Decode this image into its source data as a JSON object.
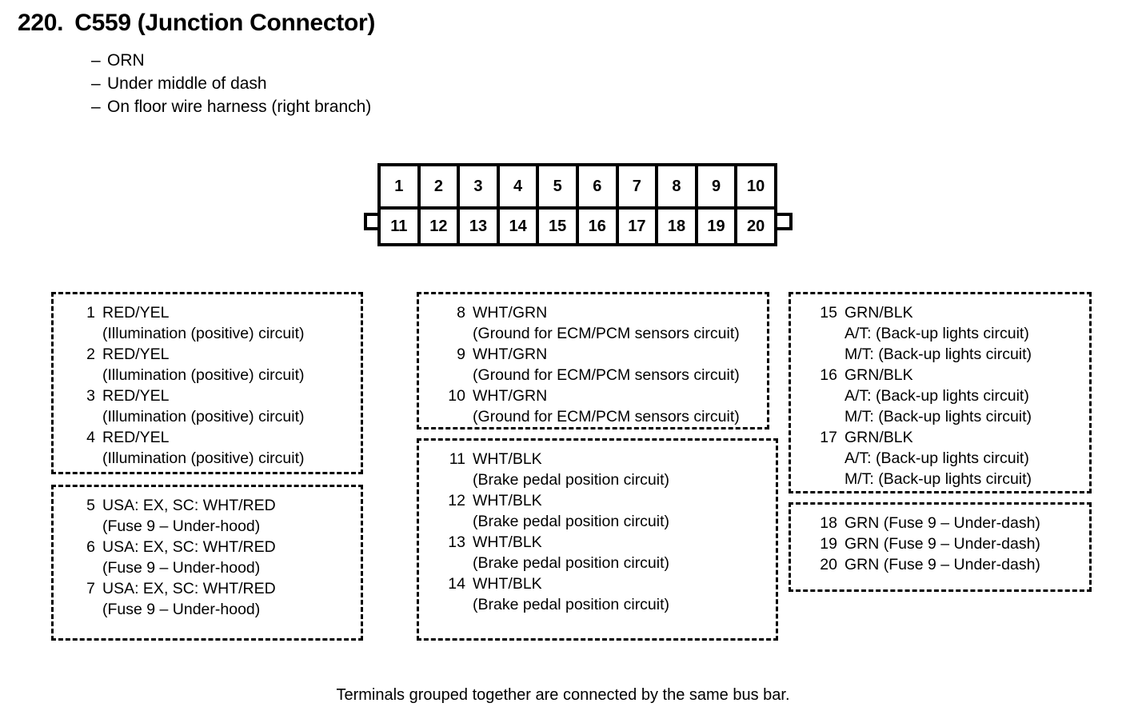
{
  "header": {
    "number": "220.",
    "title": "C559 (Junction Connector)",
    "dash": "–",
    "details": [
      "ORN",
      "Under middle of dash",
      "On floor wire harness (right branch)"
    ]
  },
  "connector": {
    "top_row": [
      "1",
      "2",
      "3",
      "4",
      "5",
      "6",
      "7",
      "8",
      "9",
      "10"
    ],
    "bottom_row": [
      "11",
      "12",
      "13",
      "14",
      "15",
      "16",
      "17",
      "18",
      "19",
      "20"
    ]
  },
  "legend_groups": [
    {
      "id": "pins-1-4",
      "entries": [
        {
          "pin": "1",
          "lines": [
            "RED/YEL",
            "(Illumination (positive) circuit)"
          ]
        },
        {
          "pin": "2",
          "lines": [
            "RED/YEL",
            "(Illumination (positive) circuit)"
          ]
        },
        {
          "pin": "3",
          "lines": [
            "RED/YEL",
            "(Illumination (positive) circuit)"
          ]
        },
        {
          "pin": "4",
          "lines": [
            "RED/YEL",
            "(Illumination (positive) circuit)"
          ]
        }
      ]
    },
    {
      "id": "pins-5-7",
      "entries": [
        {
          "pin": "5",
          "lines": [
            "USA: EX, SC: WHT/RED",
            "(Fuse 9 – Under-hood)"
          ]
        },
        {
          "pin": "6",
          "lines": [
            "USA: EX, SC: WHT/RED",
            "(Fuse 9 – Under-hood)"
          ]
        },
        {
          "pin": "7",
          "lines": [
            "USA: EX, SC: WHT/RED",
            "(Fuse 9 – Under-hood)"
          ]
        }
      ]
    },
    {
      "id": "pins-8-10",
      "entries": [
        {
          "pin": "8",
          "lines": [
            "WHT/GRN",
            "(Ground for ECM/PCM sensors circuit)"
          ]
        },
        {
          "pin": "9",
          "lines": [
            "WHT/GRN",
            "(Ground for ECM/PCM sensors circuit)"
          ]
        },
        {
          "pin": "10",
          "lines": [
            "WHT/GRN",
            "(Ground for ECM/PCM sensors circuit)"
          ]
        }
      ]
    },
    {
      "id": "pins-11-14",
      "entries": [
        {
          "pin": "11",
          "lines": [
            "WHT/BLK",
            "(Brake pedal position circuit)"
          ]
        },
        {
          "pin": "12",
          "lines": [
            "WHT/BLK",
            "(Brake pedal position circuit)"
          ]
        },
        {
          "pin": "13",
          "lines": [
            "WHT/BLK",
            "(Brake pedal position circuit)"
          ]
        },
        {
          "pin": "14",
          "lines": [
            "WHT/BLK",
            "(Brake pedal position circuit)"
          ]
        }
      ]
    },
    {
      "id": "pins-15-17",
      "entries": [
        {
          "pin": "15",
          "lines": [
            "GRN/BLK",
            "A/T: (Back-up lights circuit)",
            "M/T: (Back-up lights circuit)"
          ]
        },
        {
          "pin": "16",
          "lines": [
            "GRN/BLK",
            "A/T: (Back-up lights circuit)",
            "M/T: (Back-up lights circuit)"
          ]
        },
        {
          "pin": "17",
          "lines": [
            "GRN/BLK",
            "A/T: (Back-up lights circuit)",
            "M/T: (Back-up lights circuit)"
          ]
        }
      ]
    },
    {
      "id": "pins-18-20",
      "entries": [
        {
          "pin": "18",
          "lines": [
            "GRN (Fuse 9 – Under-dash)"
          ]
        },
        {
          "pin": "19",
          "lines": [
            "GRN (Fuse 9 – Under-dash)"
          ]
        },
        {
          "pin": "20",
          "lines": [
            "GRN (Fuse 9 – Under-dash)"
          ]
        }
      ]
    }
  ],
  "footer": {
    "note": "Terminals grouped together are connected by the same bus bar."
  }
}
